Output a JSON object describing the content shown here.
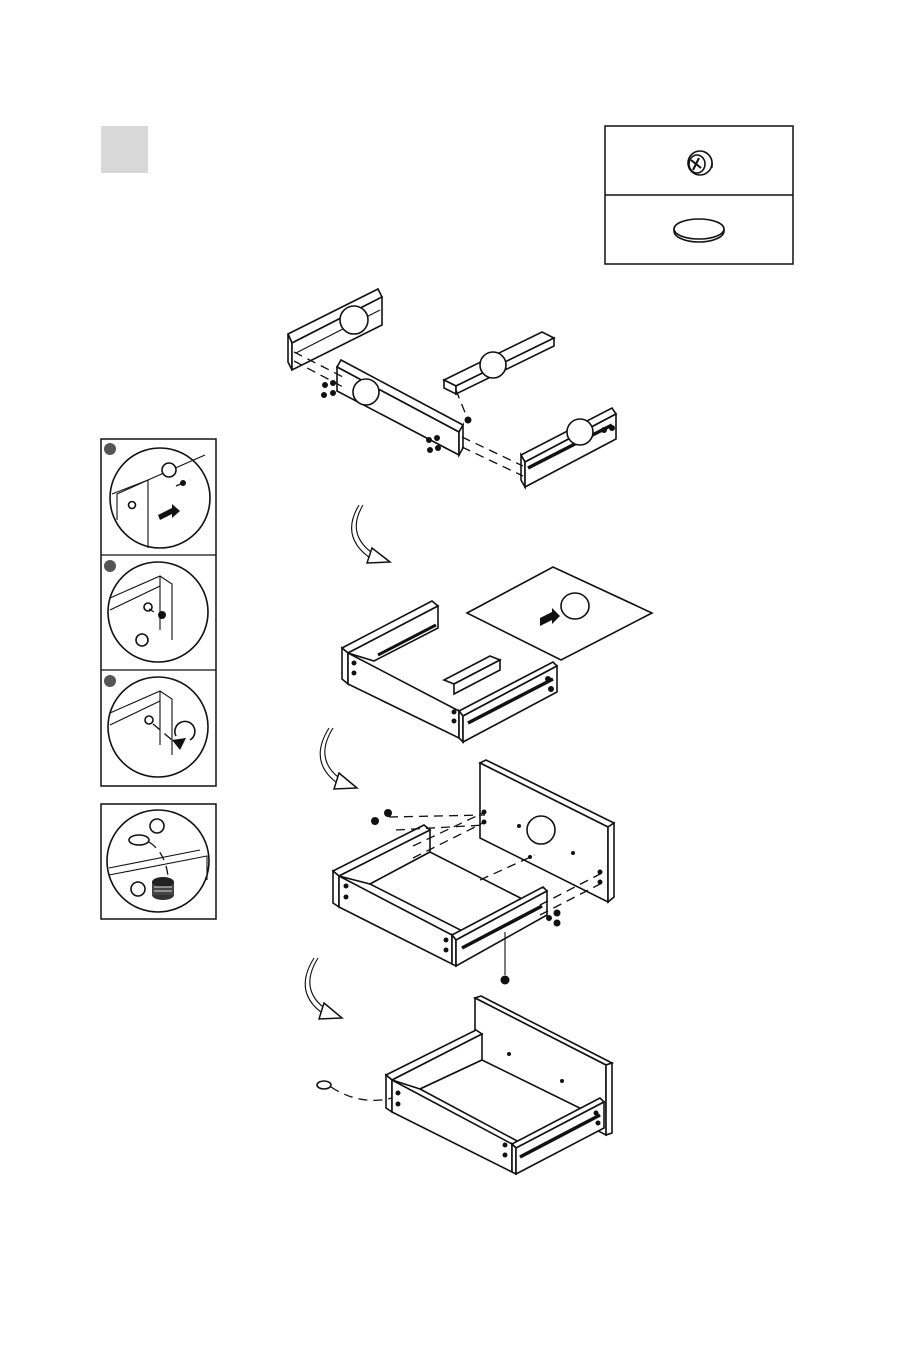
{
  "step_marker": {
    "label": ""
  },
  "parts_legend": [
    {
      "icon": "cam-lock-icon",
      "quantity": ""
    },
    {
      "icon": "cap-disc-icon",
      "quantity": ""
    }
  ],
  "detail_insets": [
    {
      "label": ""
    },
    {
      "label": ""
    },
    {
      "label": ""
    },
    {
      "label": ""
    }
  ],
  "stages": [
    {
      "name": "frame-parts-exploded"
    },
    {
      "name": "frame-with-bottom-panel"
    },
    {
      "name": "frame-with-back-panel"
    },
    {
      "name": "finished-drawer"
    }
  ],
  "colors": {
    "line": "#111111",
    "marker": "#d8d8d8",
    "paper": "#ffffff"
  }
}
